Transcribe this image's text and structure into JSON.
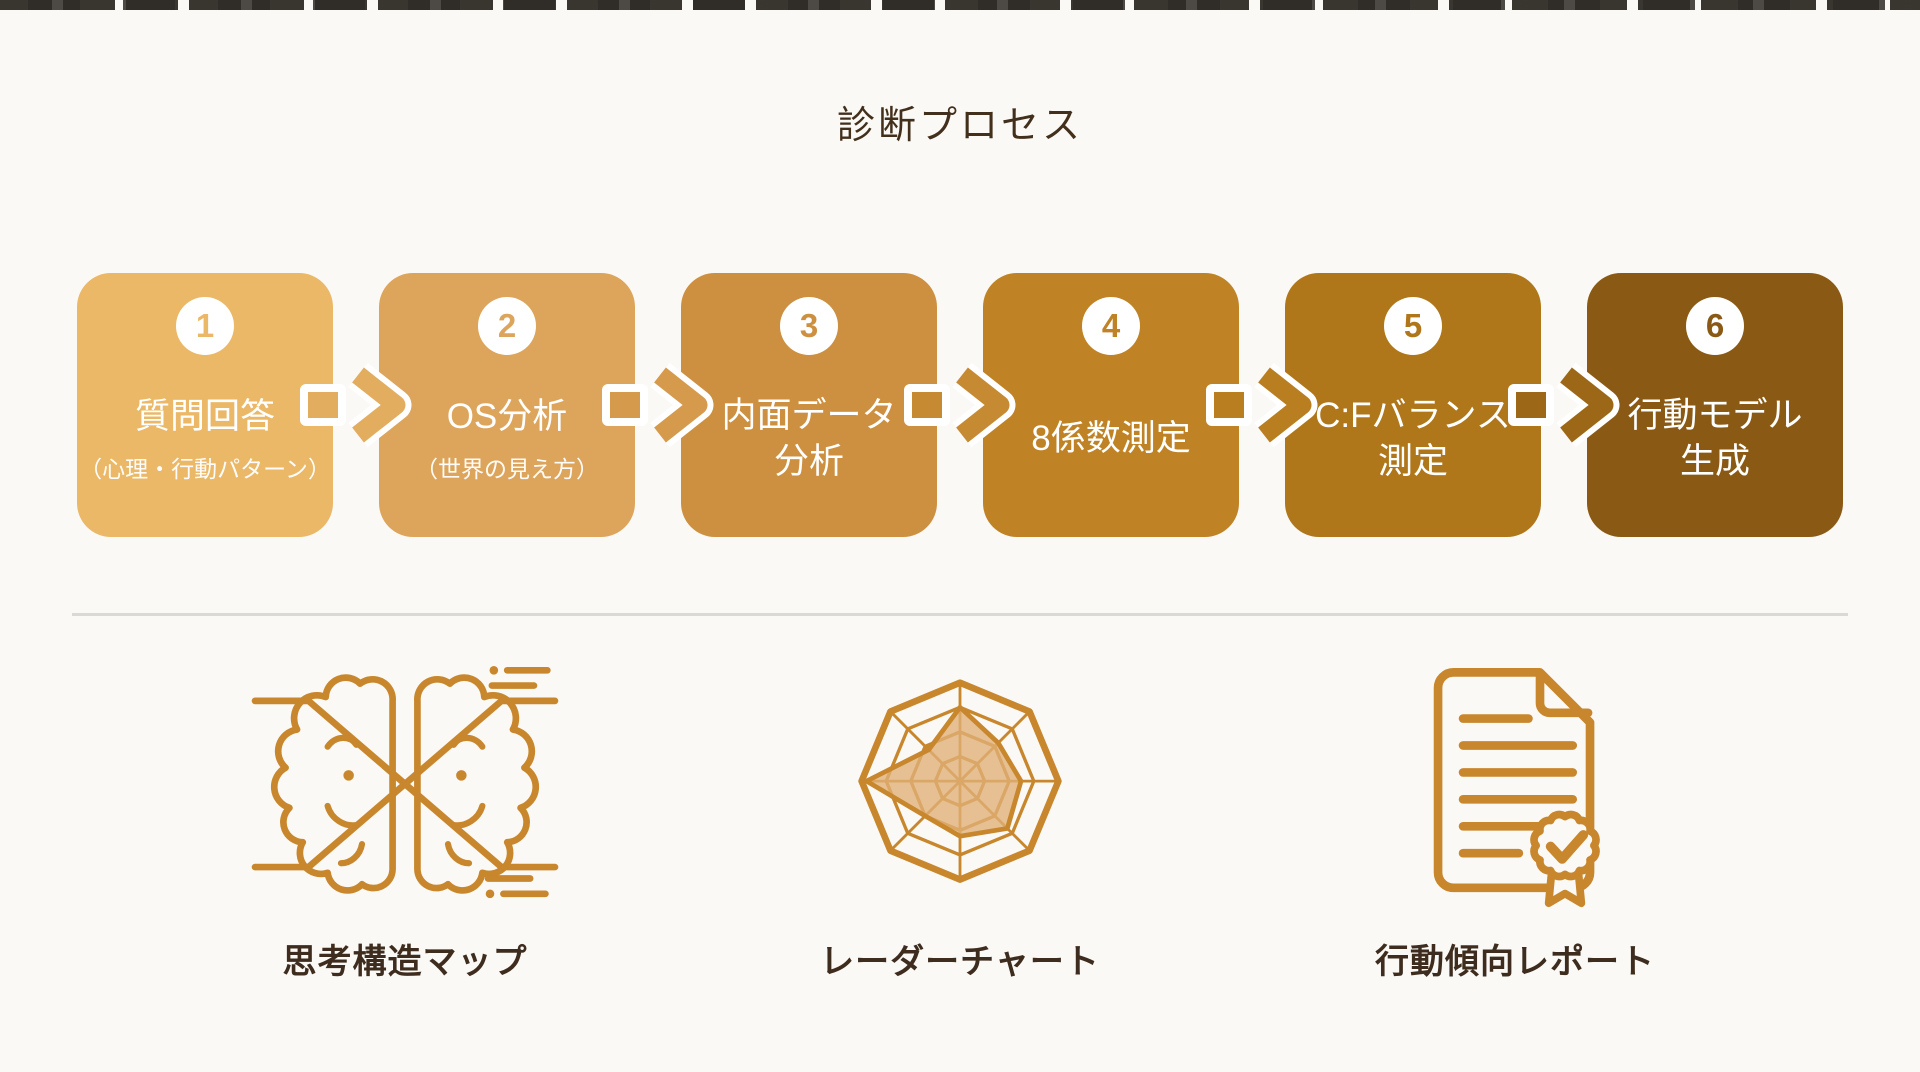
{
  "title": "診断プロセス",
  "colors": {
    "background": "#faf9f6",
    "top_strip": "#2f2b26",
    "divider": "#dcd9d4",
    "title_text": "#43301c",
    "output_label_text": "#3e2d1e",
    "icon_stroke": "#c8872d",
    "radar_fill": "#e0b077"
  },
  "process": {
    "steps": [
      {
        "number": "1",
        "lines": [
          "質問回答"
        ],
        "sublabel": "（心理・行動パターン）",
        "color": "#eab867"
      },
      {
        "number": "2",
        "lines": [
          "OS分析"
        ],
        "sublabel": "（世界の見え方）",
        "color": "#dda55c"
      },
      {
        "number": "3",
        "lines": [
          "内面データ",
          "分析"
        ],
        "sublabel": "",
        "color": "#cc9040"
      },
      {
        "number": "4",
        "lines": [
          "8係数測定"
        ],
        "sublabel": "",
        "color": "#bf8325"
      },
      {
        "number": "5",
        "lines": [
          "C:Fバランス",
          "測定"
        ],
        "sublabel": "",
        "color": "#af7719"
      },
      {
        "number": "6",
        "lines": [
          "行動モデル",
          "生成"
        ],
        "sublabel": "",
        "color": "#8a5a15"
      }
    ],
    "arrow_colors": [
      "#e3ad60",
      "#d59a4c",
      "#c68a33",
      "#b87e20",
      "#9c6817"
    ]
  },
  "outputs": [
    {
      "icon": "brain-circuit-icon",
      "label": "思考構造マップ"
    },
    {
      "icon": "radar-chart-icon",
      "label": "レーダーチャート",
      "radar_values": [
        0.75,
        0.55,
        0.62,
        0.68,
        0.56,
        0.5,
        0.95,
        0.45
      ]
    },
    {
      "icon": "certified-report-icon",
      "label": "行動傾向レポート"
    }
  ]
}
